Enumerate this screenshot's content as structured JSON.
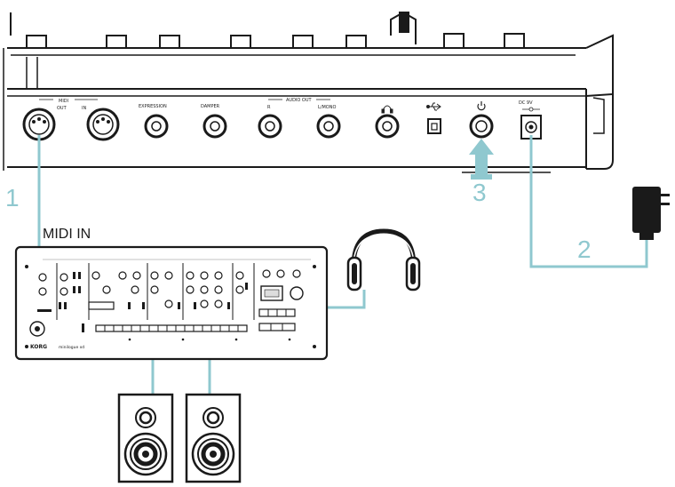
{
  "colors": {
    "cable": "#8fc8cf",
    "step_number": "#8fc8cf",
    "outline": "#1a1a1a",
    "background": "#ffffff"
  },
  "rear_panel": {
    "midi_label": "MIDI",
    "midi_out": "OUT",
    "midi_in": "IN",
    "expression": "EXPRESSION",
    "damper": "DAMPER",
    "audio_out": "AUDIO OUT",
    "audio_r": "R",
    "audio_l_mono": "L/MONO",
    "dc_label": "DC 9V",
    "headphone_icon": "headphones-icon",
    "usb_icon": "usb-icon",
    "power_icon": "power-icon"
  },
  "callouts": {
    "midi_in": "MIDI IN",
    "step_1": "1",
    "step_2": "2",
    "step_3": "3"
  },
  "synth": {
    "brand": "KORG",
    "model": "minilogue xd"
  },
  "icons": {
    "adapter": "ac-adapter-icon",
    "headphones": "headphones-icon",
    "speaker": "speaker-icon",
    "arrow": "push-arrow-icon"
  }
}
